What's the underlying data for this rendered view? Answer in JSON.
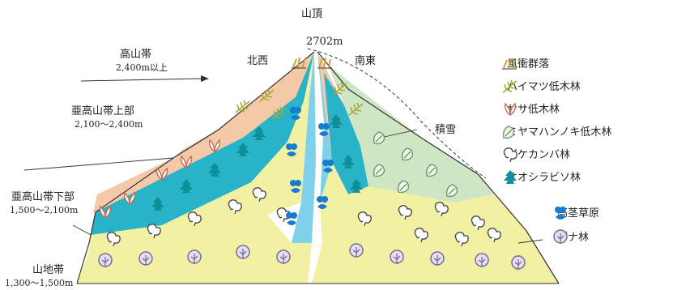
{
  "peak": {
    "title": "山頂",
    "elevation": "2702m"
  },
  "slopes": {
    "nw": "北西",
    "se": "南東"
  },
  "zones": [
    {
      "name": "高山帯",
      "range": "2,400m以上"
    },
    {
      "name": "亜高山帯上部",
      "range": "2,100〜2,400m"
    },
    {
      "name": "亜高山帯下部",
      "range": "1,500〜2,100m"
    },
    {
      "name": "山地帯",
      "range": "1,300〜1,500m"
    }
  ],
  "snow_label": "積雪",
  "legend": [
    {
      "label": "風衝群落",
      "icon": "windswept-community-icon",
      "color": "#c8a23a"
    },
    {
      "label": "ハイマツ低木林",
      "icon": "dwarf-pine-icon",
      "color": "#a8a83a"
    },
    {
      "label": "ササ低木林",
      "icon": "bamboo-grass-icon",
      "color": "#c46a5a"
    },
    {
      "label": "ミヤマハンノキ低木林",
      "icon": "alder-icon",
      "color": "#6a9a6a"
    },
    {
      "label": "ダケカンバ林",
      "icon": "birch-icon",
      "color": "#4a4a4a"
    },
    {
      "label": "オオシラビソ林",
      "icon": "fir-icon",
      "color": "#0f8f9a"
    },
    {
      "label": "高茎草原",
      "icon": "tall-herb-icon",
      "color": "#1a7ad0"
    },
    {
      "label": "ブナ林",
      "icon": "beech-icon",
      "color": "#7a6a9a"
    }
  ],
  "colors": {
    "peach": "#f4c9a8",
    "cyan": "#29b3c9",
    "yellow": "#f2f0a2",
    "pale_green": "#cfe6c4",
    "sky": "#7fd0ea",
    "beech": "#e4e0f0"
  }
}
